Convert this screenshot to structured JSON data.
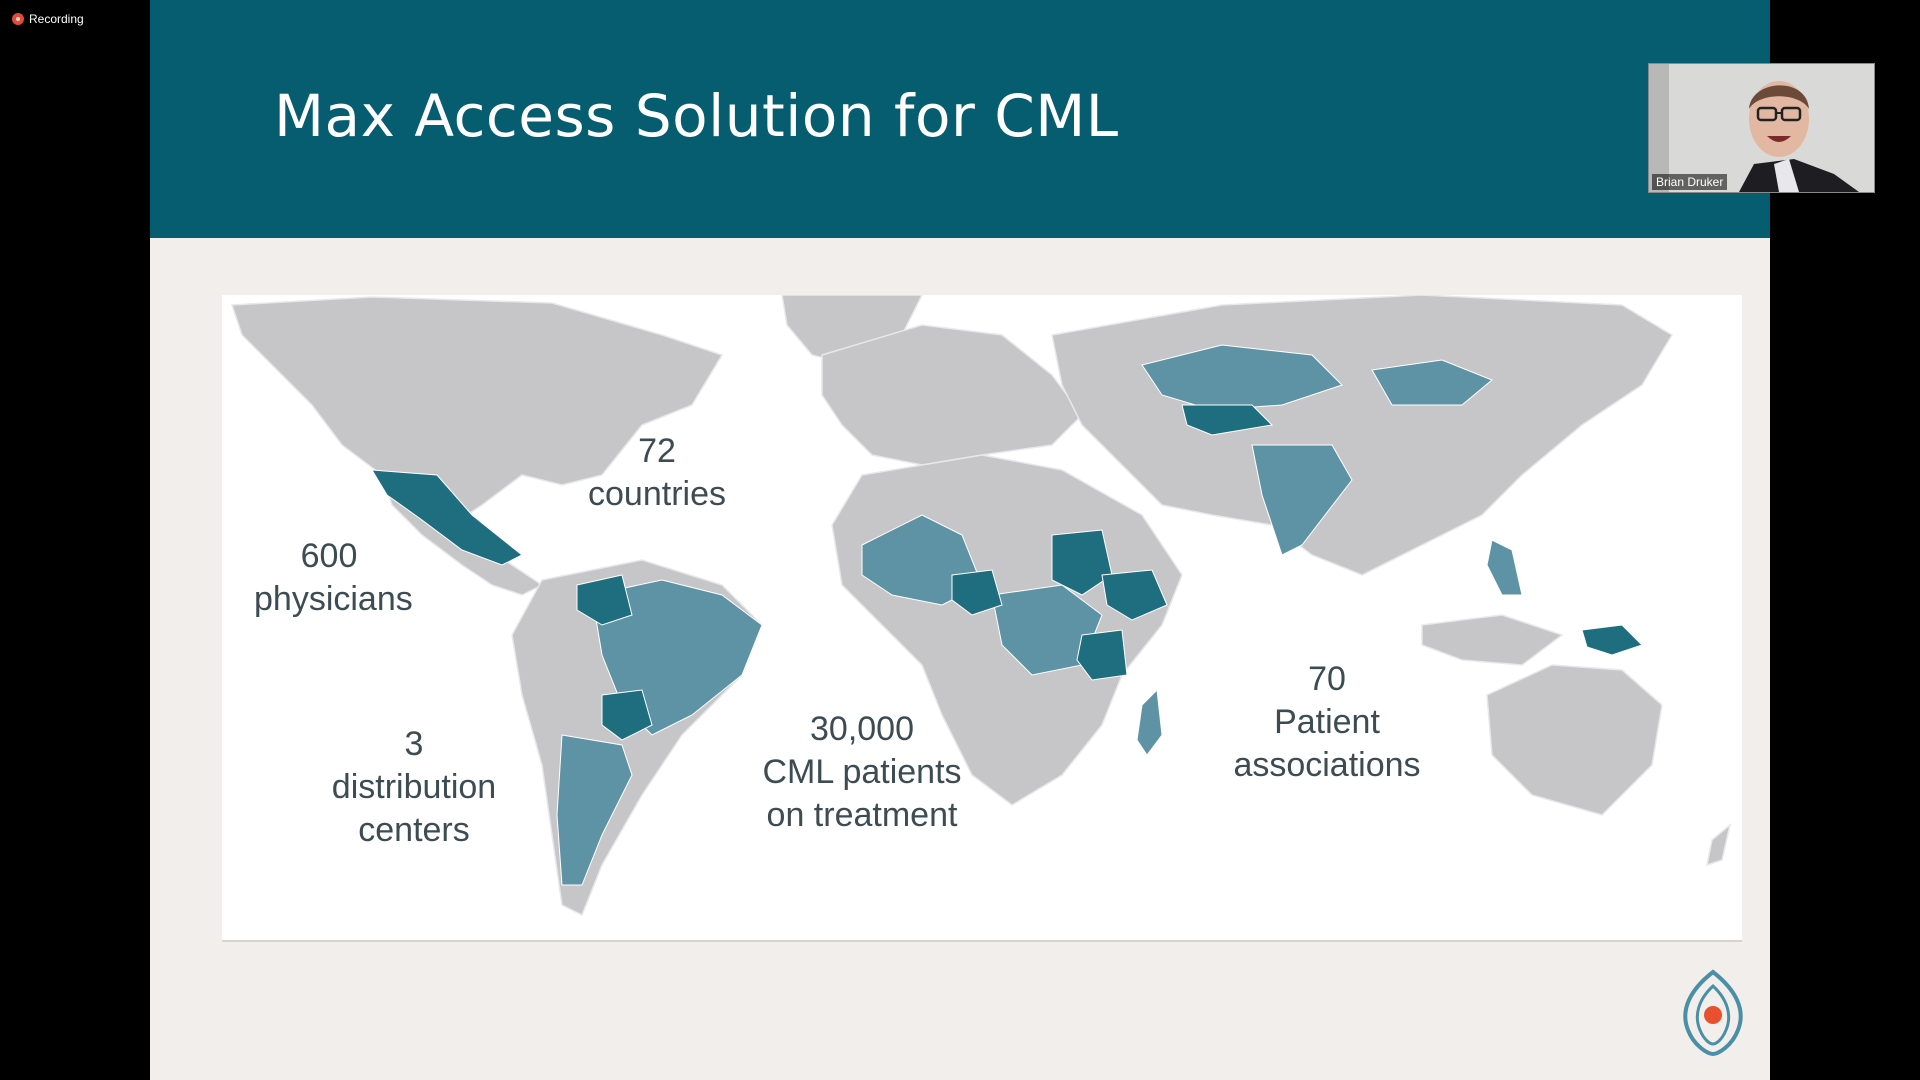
{
  "recording": {
    "label": "Recording"
  },
  "slide": {
    "title": "Max Access Solution for CML"
  },
  "map": {
    "stats": {
      "countries": {
        "value": "72",
        "label": "countries"
      },
      "physicians": {
        "value": "600",
        "label": "physicians"
      },
      "distribution": {
        "value": "3",
        "label1": "distribution",
        "label2": "centers"
      },
      "patients": {
        "value": "30,000",
        "label1": "CML patients",
        "label2": "on treatment"
      },
      "associations": {
        "value": "70",
        "label1": "Patient",
        "label2": "associations"
      }
    },
    "colors": {
      "land": "#c6c5c8",
      "highlight_light": "#5e93a6",
      "highlight_dark": "#1f6e80",
      "text": "#3d4b52"
    }
  },
  "video": {
    "participant_name": "Brian Druker"
  },
  "colors": {
    "header": "#065d70",
    "slide_bg": "#f1eeeb"
  }
}
